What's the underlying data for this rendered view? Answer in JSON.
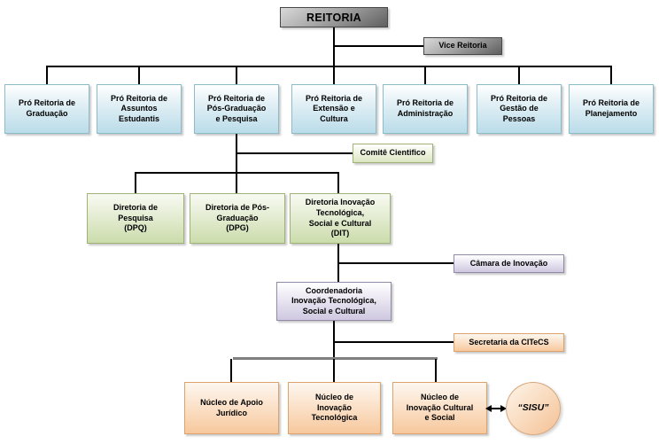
{
  "diagram": {
    "root": {
      "label": "REITORIA"
    },
    "vice": {
      "label": "Vice Reitoria"
    },
    "pro_reitorias": [
      {
        "label": "Pró Reitoria de\nGraduação"
      },
      {
        "label": "Pró Reitoria de\nAssuntos\nEstudantis"
      },
      {
        "label": "Pró Reitoria de\nPós-Graduação\ne Pesquisa"
      },
      {
        "label": "Pró Reitoria de\nExtensão e\nCultura"
      },
      {
        "label": "Pró Reitoria de\nAdministração"
      },
      {
        "label": "Pró Reitoria de\nGestão de\nPessoas"
      },
      {
        "label": "Pró Reitoria de\nPlanejamento"
      }
    ],
    "comite": {
      "label": "Comitê Cientifico"
    },
    "diretorias": [
      {
        "label": "Diretoria de\nPesquisa\n(DPQ)"
      },
      {
        "label": "Diretoria de Pós-\nGraduação\n(DPG)"
      },
      {
        "label": "Diretoria Inovação\nTecnológica,\nSocial e Cultural\n(DIT)"
      }
    ],
    "camara": {
      "label": "Câmara de Inovação"
    },
    "coordenadoria": {
      "label": "Coordenadoria\nInovação Tecnológica,\nSocial e Cultural"
    },
    "secretaria": {
      "label": "Secretaria da CITeCS"
    },
    "nucleos": [
      {
        "label": "Núcleo de Apoio\nJurídico"
      },
      {
        "label": "Núcleo de\nInovação\nTecnológica"
      },
      {
        "label": "Núcleo de\nInovação Cultural\ne Social"
      }
    ],
    "sisu": {
      "label": "“SISU”"
    },
    "colors": {
      "root_box": "#8c8c8c",
      "pro_reitoria_box": "#badce9",
      "diretoria_box": "#cbdcab",
      "coordenadoria_box": "#cfc8e0",
      "nucleo_box": "#f7c89d",
      "line": "#000000",
      "nucleo_rail": "#7f7f7f"
    }
  }
}
